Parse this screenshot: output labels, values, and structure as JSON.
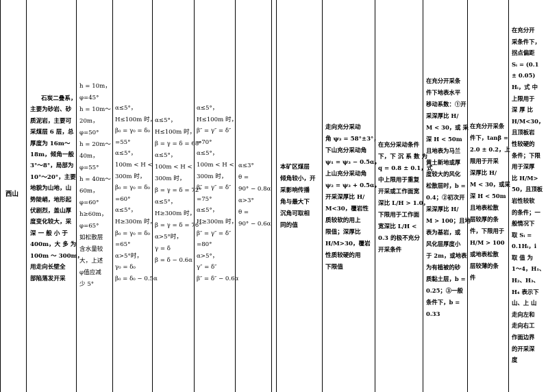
{
  "table": {
    "region": "西山",
    "geology": [
      "石炭二叠系，",
      "主要为砂岩、砂",
      "质泥岩，主要可",
      "采煤层 6 层，总",
      "厚度为 16m～",
      "18m，倾角一般",
      "3°～8°，局部为",
      "10°～20°，主要",
      "地貌为山地，山",
      "势陡峭，地形起",
      "伏剧烈，盖山厚",
      "度变化较大，采",
      "深 一 般 小 于",
      "400m，大 多 为",
      "100m ～ 300m，",
      "用走向长壁全",
      "部陷落发开采"
    ],
    "boundary_angle": [
      "h = 10m，",
      "φ=45°",
      "h = 10m～",
      "20m，",
      "φ=50°",
      "h = 20m～",
      "40m，",
      "φ=55°",
      "h = 40m～",
      "60m，",
      "φ=60°",
      "h≥60m，",
      "φ=65°",
      "如松散层",
      "含水量较",
      "大，上述",
      "φ值应减",
      "少 5°"
    ],
    "delta_angles": [
      "α≤5°，",
      "H≤100m 时，",
      "β₀ = γ₀ = δ₀",
      "=55°",
      "α≤5°，",
      "100m < H <",
      "300m 时，",
      "β₀ = γ₀ = δ₀",
      "=60°",
      "α≤5°，",
      "H≥300m 时，",
      "β₀ = γ₀ = δ₀",
      "=65°",
      "α>5°时，",
      "γ₀ = δ₀",
      "β₀ = δ₀ − 0.5α"
    ],
    "move_angles": [
      "α≤5°，",
      "H≤100m 时，",
      "β = γ = δ = 68°",
      "α≤5°，",
      "100m < H <",
      "300m 时，",
      "β = γ = δ = 72°",
      "α≤5°，",
      "H≥300m 时，",
      "β = γ = δ = 76°",
      "α>5°时，",
      "γ = δ",
      "β = δ − 0.6α"
    ],
    "crack_angles": [
      "α≤5°，",
      "H≤100m 时，",
      "β″ = γ″ = δ″",
      "=70°",
      "α≤5°，",
      "100m < H <",
      "300m 时，",
      "β″ = γ″ = δ″",
      "=75°",
      "α≤5°，",
      "H≥300m 时，",
      "β″ = γ″ = δ″",
      "=80°",
      "α>5°，",
      "γ″ = δ″",
      "β″ = δ″ − 0.6α"
    ],
    "max_subsidence_angle": [
      "α≤3°",
      "θ =",
      "90° − 0.8α",
      "α>3°",
      "θ =",
      "90° − 0.6α"
    ],
    "propagation_angle": [
      "本矿区煤层",
      "倾角较小，开",
      "采影响传播",
      "角与最大下",
      "沉角可取相",
      "同的值"
    ],
    "full_extraction_angle": [
      "走向充分采动",
      "角 ψ₃ = 58°±3°，",
      "下山充分采动角",
      "ψ₁ = ψ₃ − 0.5α，",
      "上山充分采动角",
      "ψ₂ = ψ₃ + 0.5α，",
      "开采深厚比 H/",
      "M<30，覆岩性",
      "质较软的用上",
      "限值；深厚比",
      "H/M>30，覆岩",
      "性质较硬的用",
      "下限值"
    ],
    "subsidence_coef": [
      "在充分采动条件",
      "下，下 沉 系 数 为",
      "q = 0.8 ± 0.1，式",
      "中上限用于重复",
      "开采或工作面宽",
      "深比 L/H > 1.0，",
      "下限用于工作面",
      "宽深比 L/H <",
      "0.3 的极不充分",
      "开采条件"
    ],
    "horizontal_move_coef": [
      "在充分开采条",
      "件下地表水平",
      "移动系数：①开",
      "采深厚比 H/",
      "M < 30，或 采",
      "深 H < 50m",
      "且地表为马兰",
      "黄土新地或厚",
      "度较大的风化",
      "松散层时，b =",
      "0.4；②初次开",
      "采深厚比 H/",
      "M > 100；且地",
      "表为基岩，或",
      "风化层厚度小",
      "于 2m，或地表",
      "为有植被的砂",
      "质黏土层，b =",
      "0.25；③一般",
      "条件下，b =",
      "0.33"
    ],
    "main_influence_tan": [
      "在充分开采条",
      "件下，tanβ =",
      "2.0 ± 0.2，上",
      "限用于开采",
      "深厚比 H/",
      "M < 30，或采",
      "深 H < 50m",
      "且地表松散",
      "层较厚的条",
      "件，下限用于",
      "H/M > 100",
      "或地表松散",
      "层较薄的条",
      "件"
    ],
    "inflection_offset": [
      "在充分开",
      "采条件下，",
      "拐点偏距",
      "Sᵢ = (0.1",
      "± 0.05)",
      "Hᵢ，式 中",
      "上限用于",
      "深 厚 比",
      "H/M<30，",
      "且顶板岩",
      "性较硬的",
      "条件；下限",
      "用于深厚",
      "比 H/M>",
      "50，且顶板",
      "岩性较软",
      "的条件；一",
      "般情况下",
      "取 Sᵢ =",
      "0.1Hᵢ，i",
      "取 值 为",
      "1～4，H₁、",
      "H₂、H₃、",
      "H₄ 表示下",
      "山、上 山",
      "走向左和",
      "走向右工",
      "作面边界",
      "的开采深",
      "度"
    ]
  }
}
